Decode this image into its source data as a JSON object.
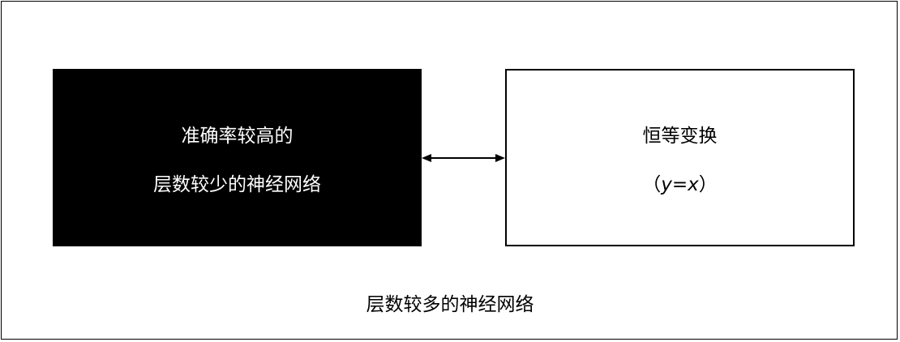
{
  "left_box": {
    "line1": "准确率较高的",
    "line2": "层数较少的神经网络"
  },
  "right_box": {
    "title": "恒等变换",
    "formula_open": "（",
    "formula_var1": "y",
    "formula_eq": "=",
    "formula_var2": "x",
    "formula_close": "）"
  },
  "caption": "层数较多的神经网络"
}
